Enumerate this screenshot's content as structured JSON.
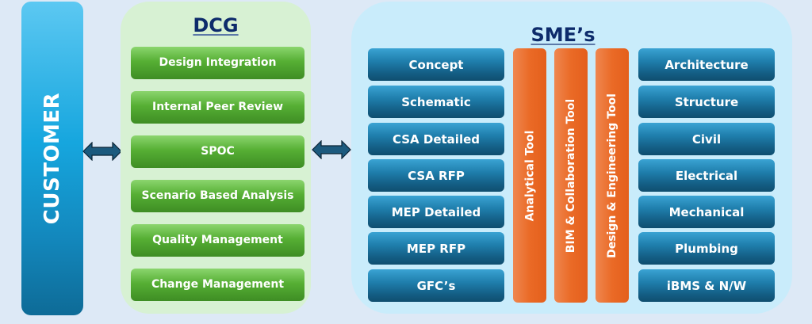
{
  "customer": {
    "label": "CUSTOMER"
  },
  "dcg": {
    "title": "DCG",
    "items": [
      {
        "label": "Design Integration"
      },
      {
        "label": "Internal Peer Review"
      },
      {
        "label": "SPOC"
      },
      {
        "label": "Scenario Based Analysis"
      },
      {
        "label": "Quality Management"
      },
      {
        "label": "Change Management"
      }
    ]
  },
  "sme": {
    "title": "SME’s",
    "stages": [
      {
        "label": "Concept"
      },
      {
        "label": "Schematic"
      },
      {
        "label": "CSA Detailed"
      },
      {
        "label": "CSA RFP"
      },
      {
        "label": "MEP Detailed"
      },
      {
        "label": "MEP RFP"
      },
      {
        "label": "GFC’s"
      }
    ],
    "tools": [
      {
        "label": "Analytical  Tool"
      },
      {
        "label": "BIM & Collaboration Tool"
      },
      {
        "label": "Design & Engineering Tool"
      }
    ],
    "disciplines": [
      {
        "label": "Architecture"
      },
      {
        "label": "Structure"
      },
      {
        "label": "Civil"
      },
      {
        "label": "Electrical"
      },
      {
        "label": "Mechanical"
      },
      {
        "label": "Plumbing"
      },
      {
        "label": "iBMS & N/W"
      }
    ]
  },
  "colors": {
    "customer": "#16a6de",
    "dcg_panel": "#d7f1d3",
    "dcg_item": "#56af34",
    "sme_panel": "#c9ecfb",
    "sme_item": "#1f7eac",
    "tool_bar": "#ea6a26",
    "title": "#0d2b6b",
    "arrow": "#1c5a7e"
  }
}
